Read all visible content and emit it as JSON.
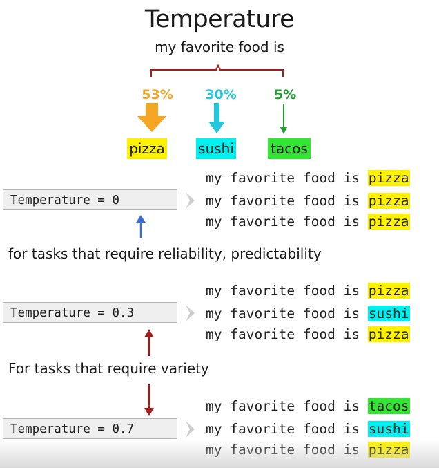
{
  "title": "Temperature",
  "subtitle": "my favorite food is",
  "probabilities": [
    {
      "percent": "53%",
      "food": "pizza",
      "color": "#f5a623",
      "highlight": "#fff200"
    },
    {
      "percent": "30%",
      "food": "sushi",
      "color": "#26c6da",
      "highlight": "#00f0f0"
    },
    {
      "percent": "5%",
      "food": "tacos",
      "color": "#1e9e33",
      "highlight": "#33e633"
    }
  ],
  "sections": [
    {
      "temperature_label": "Temperature = 0",
      "prefix": "my favorite food is",
      "outputs": [
        "pizza",
        "pizza",
        "pizza"
      ]
    },
    {
      "temperature_label": "Temperature = 0.3",
      "prefix": "my favorite food is",
      "outputs": [
        "pizza",
        "sushi",
        "pizza"
      ]
    },
    {
      "temperature_label": "Temperature = 0.7",
      "prefix": "my favorite food is",
      "outputs": [
        "tacos",
        "sushi",
        "pizza"
      ]
    }
  ],
  "captions": {
    "reliability": "for tasks that require reliability, predictability",
    "variety": "For tasks that require variety"
  },
  "colors": {
    "pizza": "#fff200",
    "sushi": "#00f0f0",
    "tacos": "#33e633",
    "blue_arrow": "#3a6fd0",
    "red_arrow": "#a31c1c",
    "bracket": "#a31c1c"
  }
}
